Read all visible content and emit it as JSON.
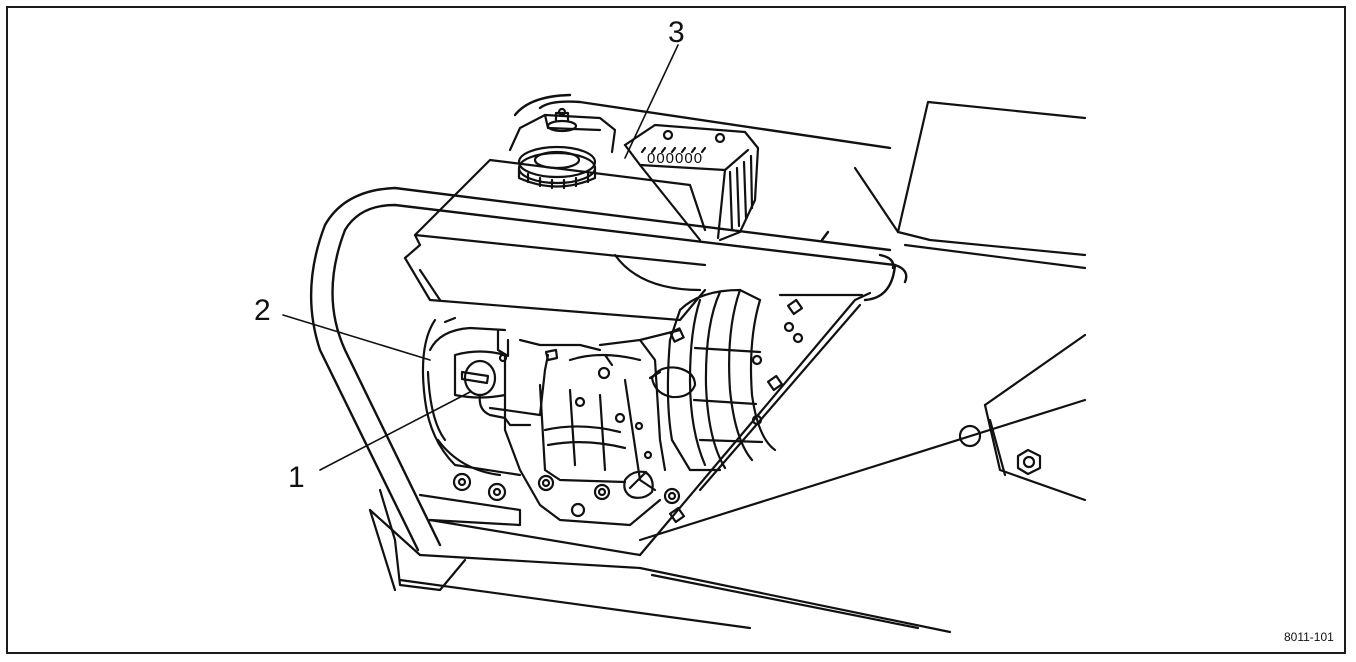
{
  "figure": {
    "id_label": "8011-101",
    "callouts": [
      {
        "label": "3"
      },
      {
        "label": "2"
      },
      {
        "label": "1"
      }
    ]
  },
  "colors": {
    "line": "#111111",
    "background": "#ffffff"
  }
}
